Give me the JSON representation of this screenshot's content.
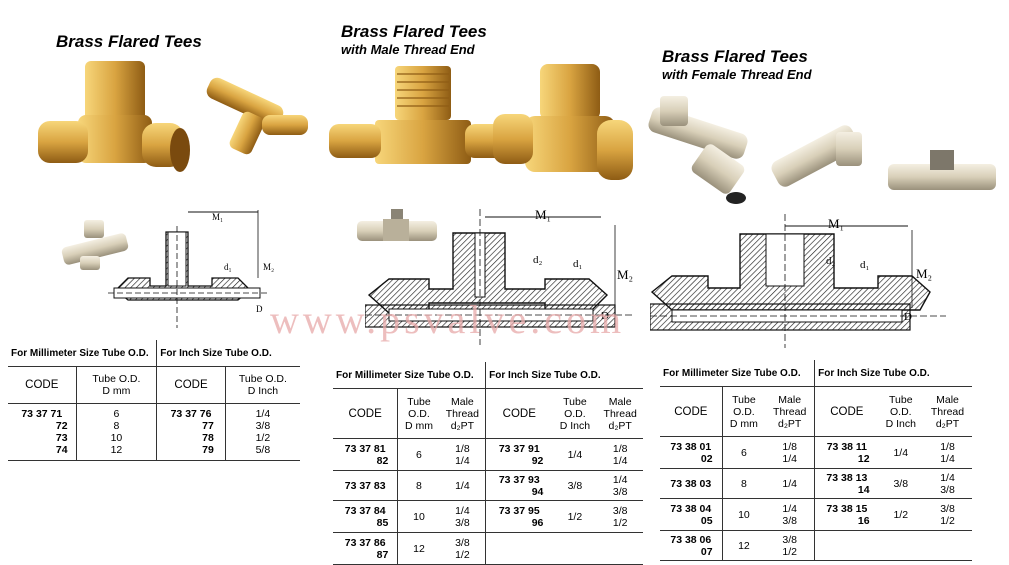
{
  "titles": {
    "tees": "Brass Flared Tees",
    "male": {
      "title": "Brass Flared Tees",
      "sub": "with Male Thread End"
    },
    "female": {
      "title": "Brass Flared Tees",
      "sub": "with Female Thread End"
    }
  },
  "watermark": "www.psvalve.com",
  "drawing_labels": {
    "tees": {
      "m1": "M₁",
      "m2": "M₂",
      "d1": "d₁",
      "d": "D"
    },
    "male": {
      "m1": "M₁",
      "m2": "M₂",
      "d1": "d₁",
      "d2": "d₂",
      "d": "D"
    },
    "female": {
      "m1": "M₁",
      "m2": "M₂",
      "d1": "d₁",
      "d2": "d₂",
      "d": "D"
    }
  },
  "colors": {
    "brass": "#d9a441",
    "brass_dark": "#a36d1c",
    "nickel": "#d8cfb8",
    "hatch": "#222222"
  },
  "table1": {
    "mm_header": "For Millimeter Size Tube O.D.",
    "inch_header": "For Inch Size Tube O.D.",
    "col_code": "CODE",
    "col_mm": "Tube O.D. D mm",
    "col_inch_line1": "Tube O.D.",
    "col_inch_line2": "D Inch",
    "col_mm_line1": "Tube O.D.",
    "col_mm_line2": "D mm",
    "col_code2": "CODE",
    "mm_codes": [
      "73 37 71",
      "72",
      "73",
      "74"
    ],
    "mm_values": [
      "6",
      "8",
      "10",
      "12"
    ],
    "inch_codes": [
      "73 37 76",
      "77",
      "78",
      "79"
    ],
    "inch_values": [
      "1/4",
      "3/8",
      "1/2",
      "5/8"
    ]
  },
  "table2": {
    "mm_header": "For Millimeter Size Tube O.D.",
    "inch_header": "For Inch Size Tube O.D.",
    "col_code": "CODE",
    "col_tube_mm": [
      "Tube",
      "O.D.",
      "D mm"
    ],
    "col_thread": [
      "Male",
      "Thread",
      "d₂PT"
    ],
    "col_tube_inch": [
      "Tube",
      "O.D.",
      "D Inch"
    ],
    "mm_rows": [
      {
        "code": [
          "73 37 81",
          "82"
        ],
        "tube": "6",
        "thread": [
          "1/8",
          "1/4"
        ]
      },
      {
        "code": [
          "73 37 83"
        ],
        "tube": "8",
        "thread": [
          "1/4"
        ]
      },
      {
        "code": [
          "73 37 84",
          "85"
        ],
        "tube": "10",
        "thread": [
          "1/4",
          "3/8"
        ]
      },
      {
        "code": [
          "73 37 86",
          "87"
        ],
        "tube": "12",
        "thread": [
          "3/8",
          "1/2"
        ]
      }
    ],
    "inch_rows": [
      {
        "code": [
          "73 37 91",
          "92"
        ],
        "tube": "1/4",
        "thread": [
          "1/8",
          "1/4"
        ]
      },
      {
        "code": [
          "73 37 93",
          "94"
        ],
        "tube": "3/8",
        "thread": [
          "1/4",
          "3/8"
        ]
      },
      {
        "code": [
          "73 37 95",
          "96"
        ],
        "tube": "1/2",
        "thread": [
          "3/8",
          "1/2"
        ]
      }
    ]
  },
  "table3": {
    "mm_header": "For Millimeter Size Tube O.D.",
    "inch_header": "For Inch Size Tube O.D.",
    "col_code": "CODE",
    "col_tube_mm": [
      "Tube",
      "O.D.",
      "D mm"
    ],
    "col_thread": [
      "Male",
      "Thread",
      "d₂PT"
    ],
    "col_tube_inch": [
      "Tube",
      "O.D.",
      "D Inch"
    ],
    "col_thread_f": [
      "Male",
      "Thread",
      "d₂PT"
    ],
    "mm_rows": [
      {
        "code": [
          "73 38 01",
          "02"
        ],
        "tube": "6",
        "thread": [
          "1/8",
          "1/4"
        ]
      },
      {
        "code": [
          "73 38 03"
        ],
        "tube": "8",
        "thread": [
          "1/4"
        ]
      },
      {
        "code": [
          "73 38 04",
          "05"
        ],
        "tube": "10",
        "thread": [
          "1/4",
          "3/8"
        ]
      },
      {
        "code": [
          "73 38 06",
          "07"
        ],
        "tube": "12",
        "thread": [
          "3/8",
          "1/2"
        ]
      }
    ],
    "inch_rows": [
      {
        "code": [
          "73 38 11",
          "12"
        ],
        "tube": "1/4",
        "thread": [
          "1/8",
          "1/4"
        ]
      },
      {
        "code": [
          "73 38 13",
          "14"
        ],
        "tube": "3/8",
        "thread": [
          "1/4",
          "3/8"
        ]
      },
      {
        "code": [
          "73 38 15",
          "16"
        ],
        "tube": "1/2",
        "thread": [
          "3/8",
          "1/2"
        ]
      }
    ]
  }
}
